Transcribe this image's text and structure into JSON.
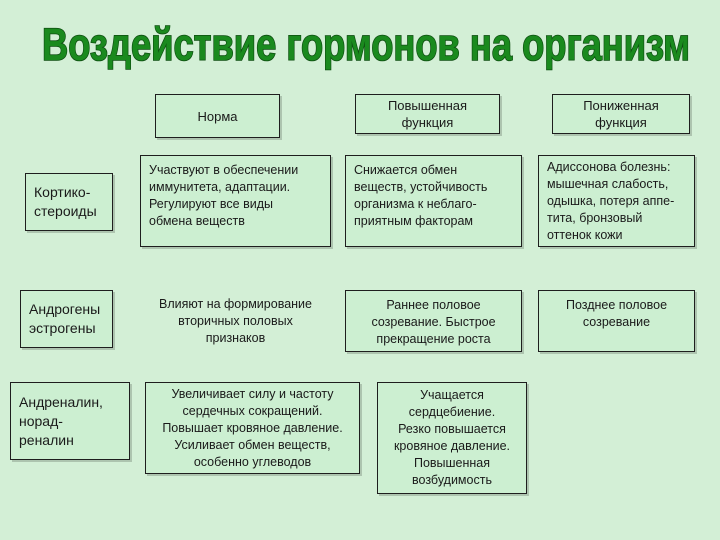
{
  "title": "Воздействие гормонов на организм",
  "colors": {
    "background": "#d3efd6",
    "title_fill": "#1a8a1e",
    "title_stroke": "#0d4d10",
    "border": "#1e1e1e"
  },
  "headers": {
    "norm": [
      "Норма"
    ],
    "increased": [
      "Повышенная",
      "функция"
    ],
    "decreased": [
      "Пониженная",
      "функция"
    ]
  },
  "rows": [
    {
      "hormone": [
        "Кортико-",
        "стероиды"
      ],
      "norm": [
        "Участвуют в обеспечении",
        "иммунитета, адаптации.",
        "Регулируют все виды",
        "обмена веществ"
      ],
      "increased": [
        "Снижается обмен",
        "веществ, устойчивость",
        "организма к неблаго-",
        "приятным факторам"
      ],
      "decreased": [
        "Адиссонова болезнь:",
        "мышечная слабость,",
        "одышка, потеря аппе-",
        "тита, бронзовый",
        "оттенок кожи"
      ]
    },
    {
      "hormone": [
        "Андрогены",
        "эстрогены"
      ],
      "norm": [
        "Влияют на формирование",
        "вторичных половых",
        "признаков"
      ],
      "increased": [
        "Раннее половое",
        "созревание. Быстрое",
        "прекращение роста"
      ],
      "decreased": [
        "Позднее половое",
        "созревание"
      ]
    },
    {
      "hormone": [
        "Андреналин,",
        "норад-",
        "реналин"
      ],
      "norm": [
        "Увеличивает силу и частоту",
        "сердечных сокращений.",
        "Повышает кровяное давление.",
        "Усиливает обмен веществ,",
        "особенно углеводов"
      ],
      "increased": [
        "Учащается",
        "сердцебиение.",
        "Резко повышается",
        "кровяное давление.",
        "Повышенная",
        "возбудимость"
      ]
    }
  ]
}
